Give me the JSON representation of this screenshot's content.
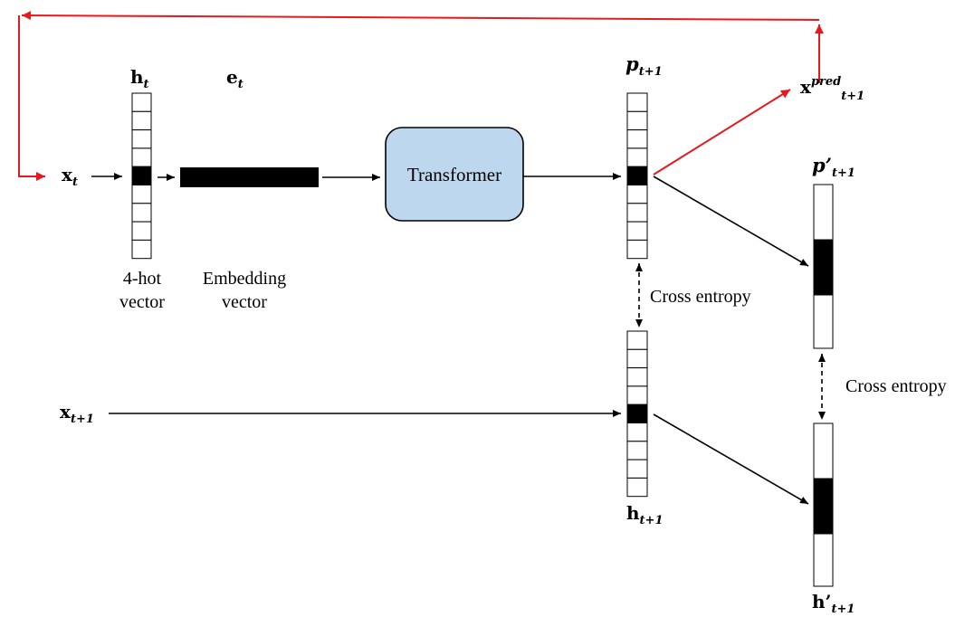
{
  "colors": {
    "feedback_arrow": "#e8191c",
    "transformer_fill": "#bdd7ee",
    "active_cell": "#000000"
  },
  "labels": {
    "x_t": {
      "base": "x",
      "sub": "t"
    },
    "h_t": {
      "base": "h",
      "sub": "t"
    },
    "e_t": {
      "base": "e",
      "sub": "t"
    },
    "p_t1": {
      "base": "p",
      "sub": "t+1"
    },
    "x_pred": {
      "base": "x",
      "sup": "pred",
      "sub": "t+1"
    },
    "p_prime": {
      "base": "p’",
      "sub": "t+1"
    },
    "x_t1": {
      "base": "x",
      "sub": "t+1"
    },
    "h_t1": {
      "base": "h",
      "sub": "t+1"
    },
    "h_prime": {
      "base": "h’",
      "sub": "t+1"
    }
  },
  "captions": {
    "hot_vector_line1": "4-hot",
    "hot_vector_line2": "vector",
    "embedding_line1": "Embedding",
    "embedding_line2": "vector",
    "transformer": "Transformer",
    "cross_entropy_1": "Cross entropy",
    "cross_entropy_2": "Cross entropy"
  }
}
